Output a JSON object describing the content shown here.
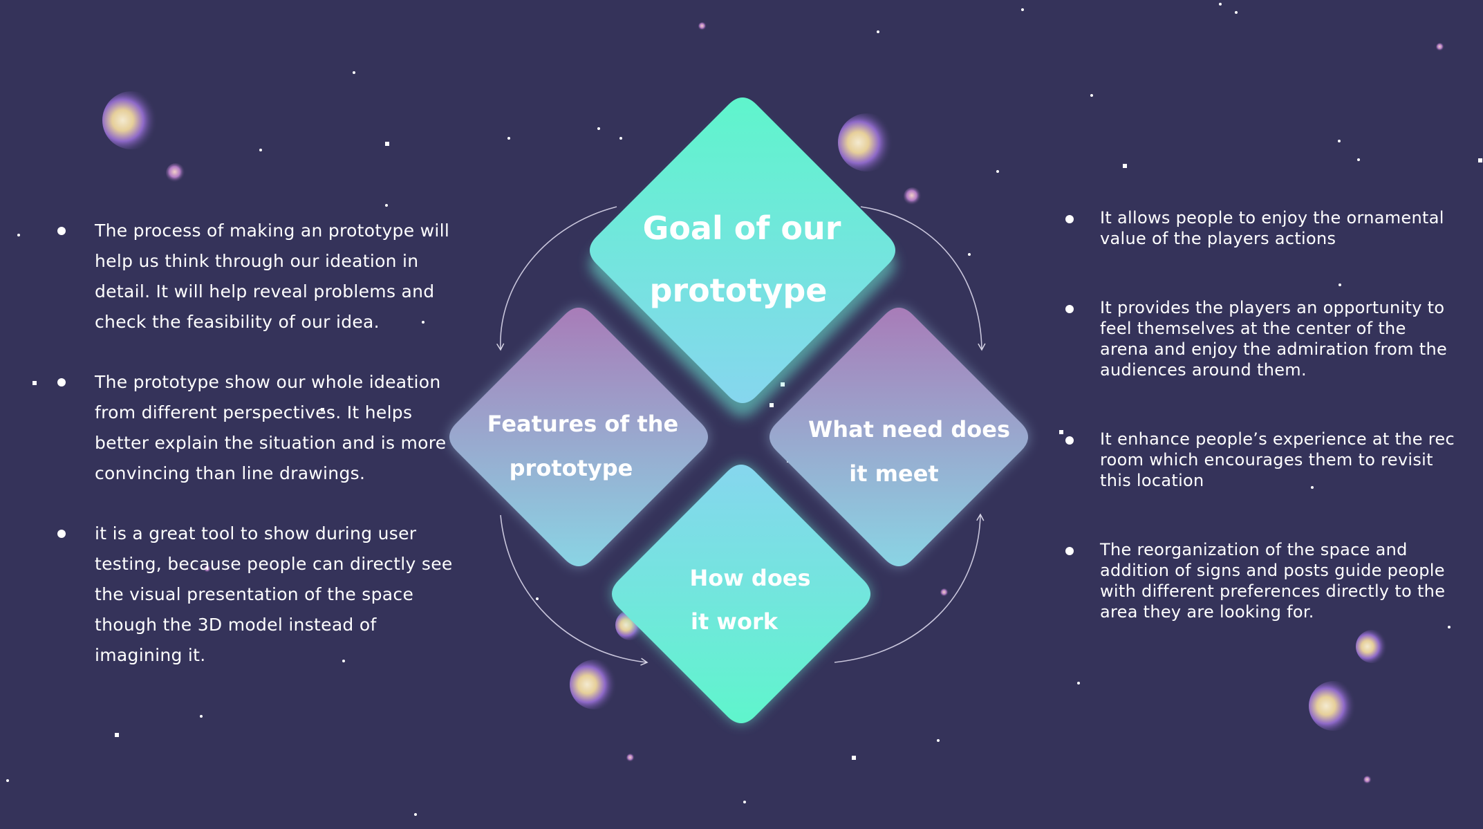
{
  "diagram": {
    "top": {
      "line1": "Goal of our",
      "line2": "prototype"
    },
    "left": {
      "line1": "Features of the",
      "line2": "prototype"
    },
    "right": {
      "line1": "What need does",
      "line2": "it meet"
    },
    "bottom": {
      "line1": "How does",
      "line2": "it work"
    }
  },
  "left_points": [
    "The process of making an prototype will help us think through our ideation in detail. It will help reveal problems and check the feasibility of our idea.",
    "The prototype show our whole ideation from different perspectives. It helps better explain the situation and is more convincing than line drawings.",
    "it is a great tool to show during user testing, because people can directly see the visual presentation of the space though the 3D model instead of imagining it."
  ],
  "right_points": [
    "It allows people to enjoy the ornamental value of the players actions",
    "It provides the players an opportunity to feel themselves at the center of the arena and enjoy the admiration from the audiences around them.",
    "It enhance people’s experience at the rec room which encourages them to revisit this location",
    "The reorganization of the space and addition of signs and posts guide people with different preferences directly to the area they are looking for."
  ],
  "colors": {
    "background": "#35335a",
    "teal": "#5ff5cc",
    "light_blue": "#84d8ea",
    "purple": "#a77db8",
    "text": "#ffffff"
  }
}
